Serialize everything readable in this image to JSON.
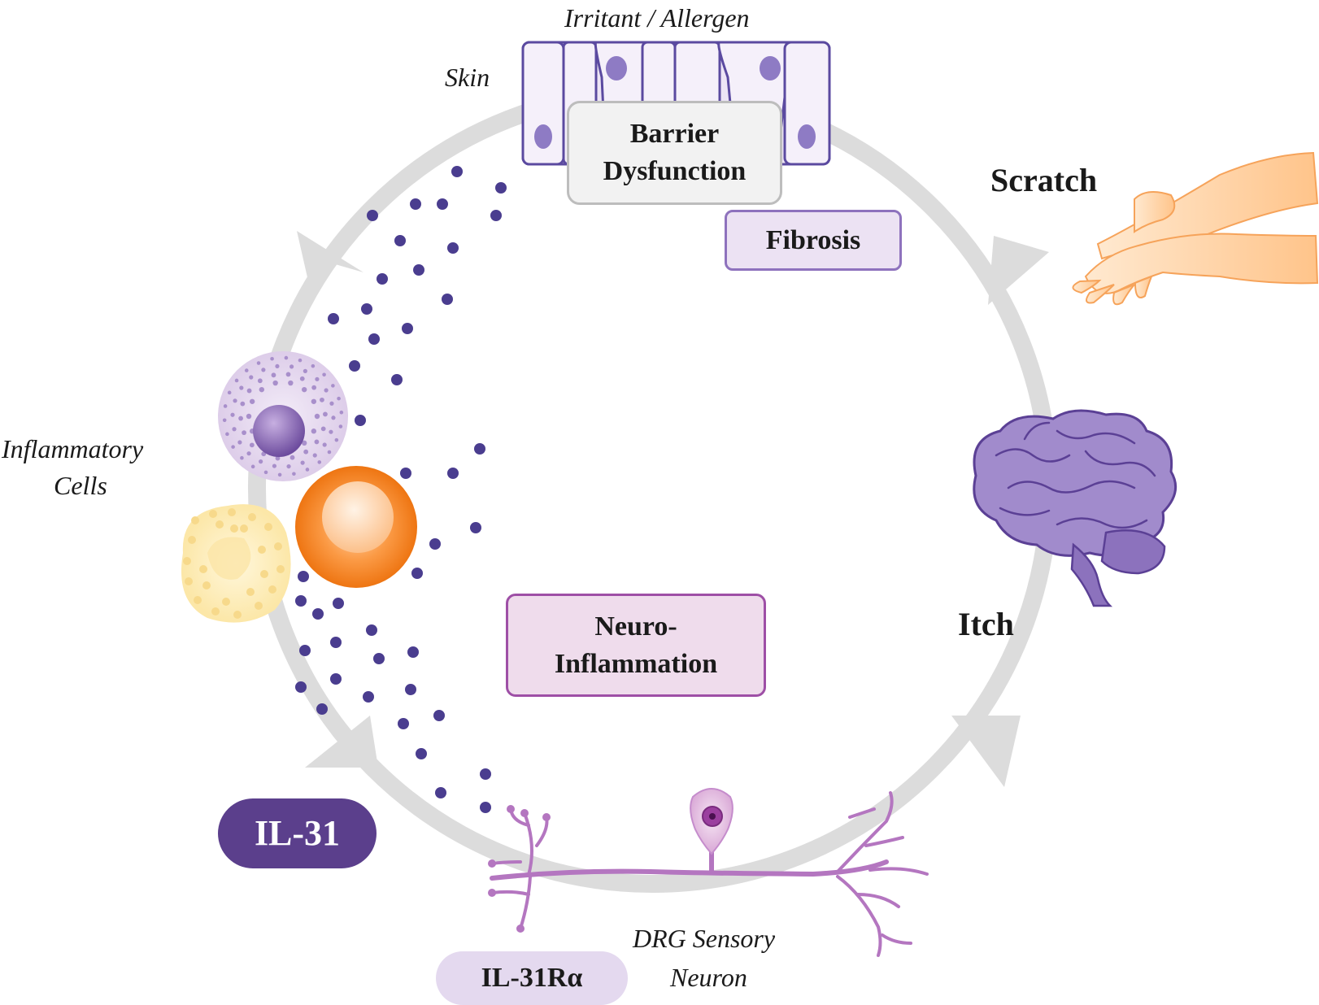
{
  "labels": {
    "irritant": "Irritant / Allergen",
    "skin": "Skin",
    "barrier_line1": "Barrier",
    "barrier_line2": "Dysfunction",
    "fibrosis": "Fibrosis",
    "scratch": "Scratch",
    "inflammatory_line1": "Inflammatory",
    "inflammatory_line2": "Cells",
    "neuro_line1": "Neuro-",
    "neuro_line2": "Inflammation",
    "itch": "Itch",
    "il31": "IL-31",
    "il31ra": "IL-31Rα",
    "drg_line1": "DRG Sensory",
    "drg_line2": "Neuron"
  },
  "colors": {
    "cycle_ring": "#dcdcdc",
    "purple_dark": "#5b3f8c",
    "purple_light": "#e4d9ef",
    "dot": "#4a3d8f",
    "neuron": "#b476c0",
    "orange": "#f07a1c",
    "hand": "#ffd8ac",
    "brain": "#a18bcc"
  },
  "icons": [
    "skin-epithelium-icon",
    "hand-scratch-icon",
    "brain-icon",
    "sensory-neuron-icon",
    "granulocyte-cell-icon",
    "t-cell-icon",
    "neutrophil-cell-icon",
    "il31-dot-icon"
  ]
}
